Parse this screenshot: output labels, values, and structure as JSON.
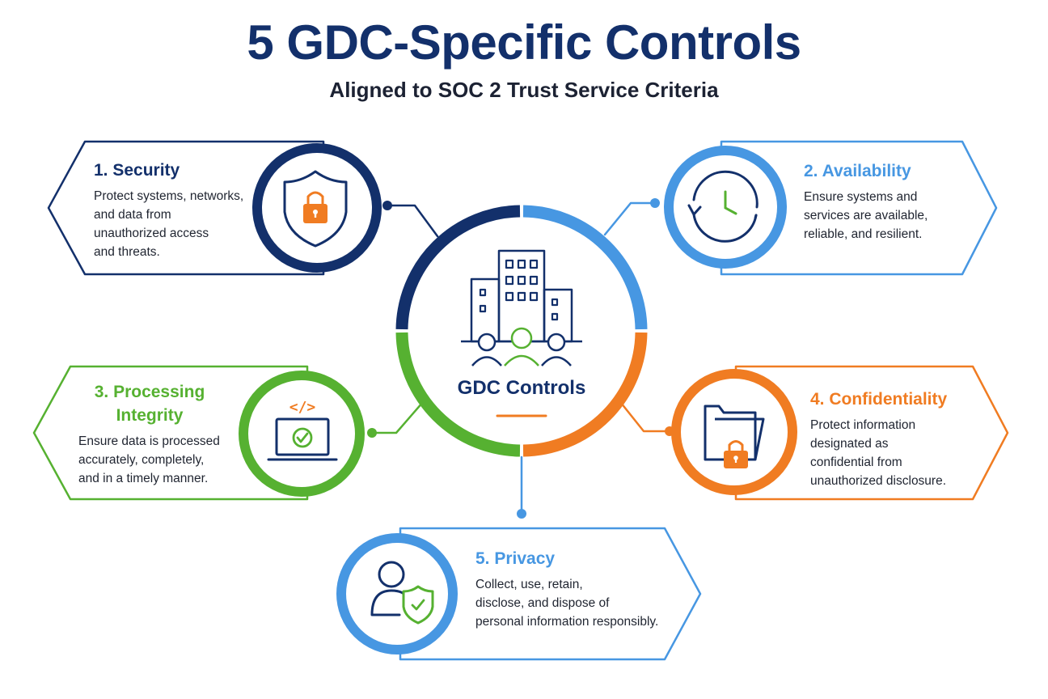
{
  "title": "5 GDC-Specific Controls",
  "subtitle": "Aligned to SOC 2 Trust Service Criteria",
  "center": {
    "label": "GDC Controls",
    "icon": "buildings-people-icon"
  },
  "colors": {
    "navy": "#13306b",
    "blue": "#4797e2",
    "green": "#56b131",
    "orange": "#f07c22"
  },
  "controls": [
    {
      "title": "1. Security",
      "description": [
        "Protect systems, networks,",
        "and data from",
        "unauthorized access",
        "and threats."
      ],
      "icon": "shield-lock-icon",
      "color": "#13306b"
    },
    {
      "title": "2. Availability",
      "description": [
        "Ensure systems and",
        "services are available,",
        "reliable, and resilient."
      ],
      "icon": "clock-refresh-icon",
      "color": "#4797e2"
    },
    {
      "title": "3. Processing Integrity",
      "title_lines": [
        "3. Processing",
        "Integrity"
      ],
      "description": [
        "Ensure data is processed",
        "accurately, completely,",
        "and in a timely manner."
      ],
      "icon": "laptop-code-check-icon",
      "color": "#56b131"
    },
    {
      "title": "4. Confidentiality",
      "description": [
        "Protect information",
        "designated as",
        "confidential from",
        "unauthorized disclosure."
      ],
      "icon": "folder-lock-icon",
      "color": "#f07c22"
    },
    {
      "title": "5. Privacy",
      "description": [
        "Collect, use, retain,",
        "disclose, and dispose of",
        "personal information responsibly."
      ],
      "icon": "user-shield-icon",
      "color": "#4797e2"
    }
  ]
}
